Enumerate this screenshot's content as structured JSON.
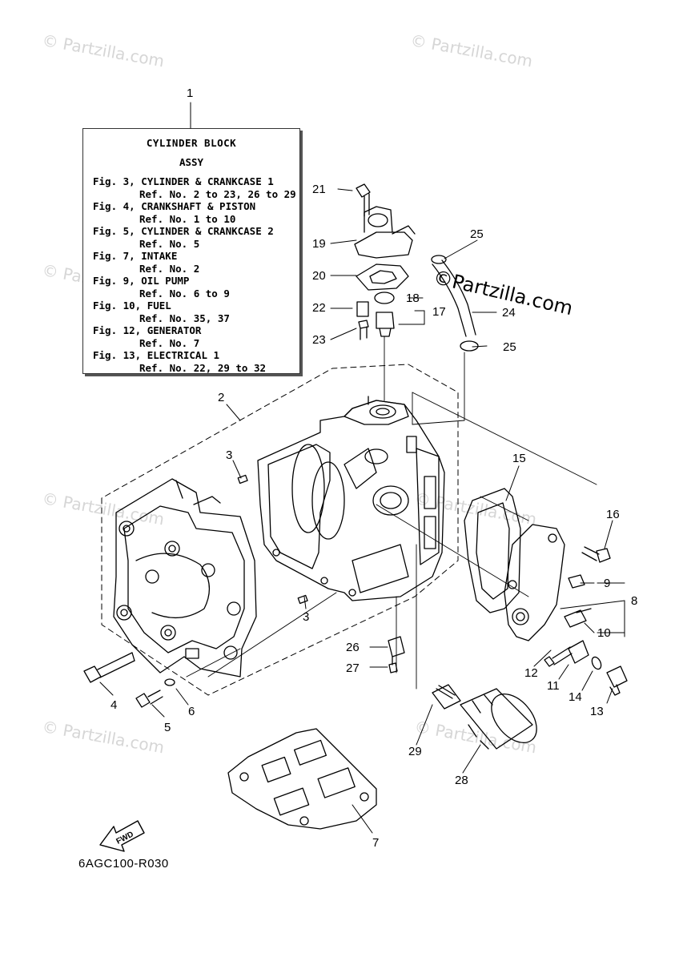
{
  "watermark": "© Partzilla.com",
  "overlay_watermark": "©Partzilla.com",
  "info_box": {
    "header": "CYLINDER BLOCK",
    "subheader": "ASSY",
    "figures": [
      {
        "fig": "Fig. 3, CYLINDER & CRANKCASE 1",
        "ref": "Ref. No. 2 to 23, 26 to 29"
      },
      {
        "fig": "Fig. 4, CRANKSHAFT & PISTON",
        "ref": "Ref. No. 1 to 10"
      },
      {
        "fig": "Fig. 5, CYLINDER & CRANKCASE 2",
        "ref": "Ref. No. 5"
      },
      {
        "fig": "Fig. 7, INTAKE",
        "ref": "Ref. No. 2"
      },
      {
        "fig": "Fig. 9, OIL PUMP",
        "ref": "Ref. No. 6 to 9"
      },
      {
        "fig": "Fig. 10, FUEL",
        "ref": "Ref. No. 35, 37"
      },
      {
        "fig": "Fig. 12, GENERATOR",
        "ref": "Ref. No. 7"
      },
      {
        "fig": "Fig. 13, ELECTRICAL 1",
        "ref": "Ref. No. 22, 29 to 32"
      }
    ]
  },
  "callouts": {
    "c1": "1",
    "c2": "2",
    "c3a": "3",
    "c3b": "3",
    "c4": "4",
    "c5": "5",
    "c6": "6",
    "c7": "7",
    "c8": "8",
    "c9": "9",
    "c10": "10",
    "c11": "11",
    "c12": "12",
    "c13": "13",
    "c14": "14",
    "c15": "15",
    "c16": "16",
    "c17": "17",
    "c18": "18",
    "c19": "19",
    "c20": "20",
    "c21": "21",
    "c22": "22",
    "c23": "23",
    "c24": "24",
    "c25a": "25",
    "c25b": "25",
    "c26": "26",
    "c27": "27",
    "c28": "28",
    "c29": "29"
  },
  "fwd_label": "FWD",
  "diagram_code": "6AGC100-R030"
}
